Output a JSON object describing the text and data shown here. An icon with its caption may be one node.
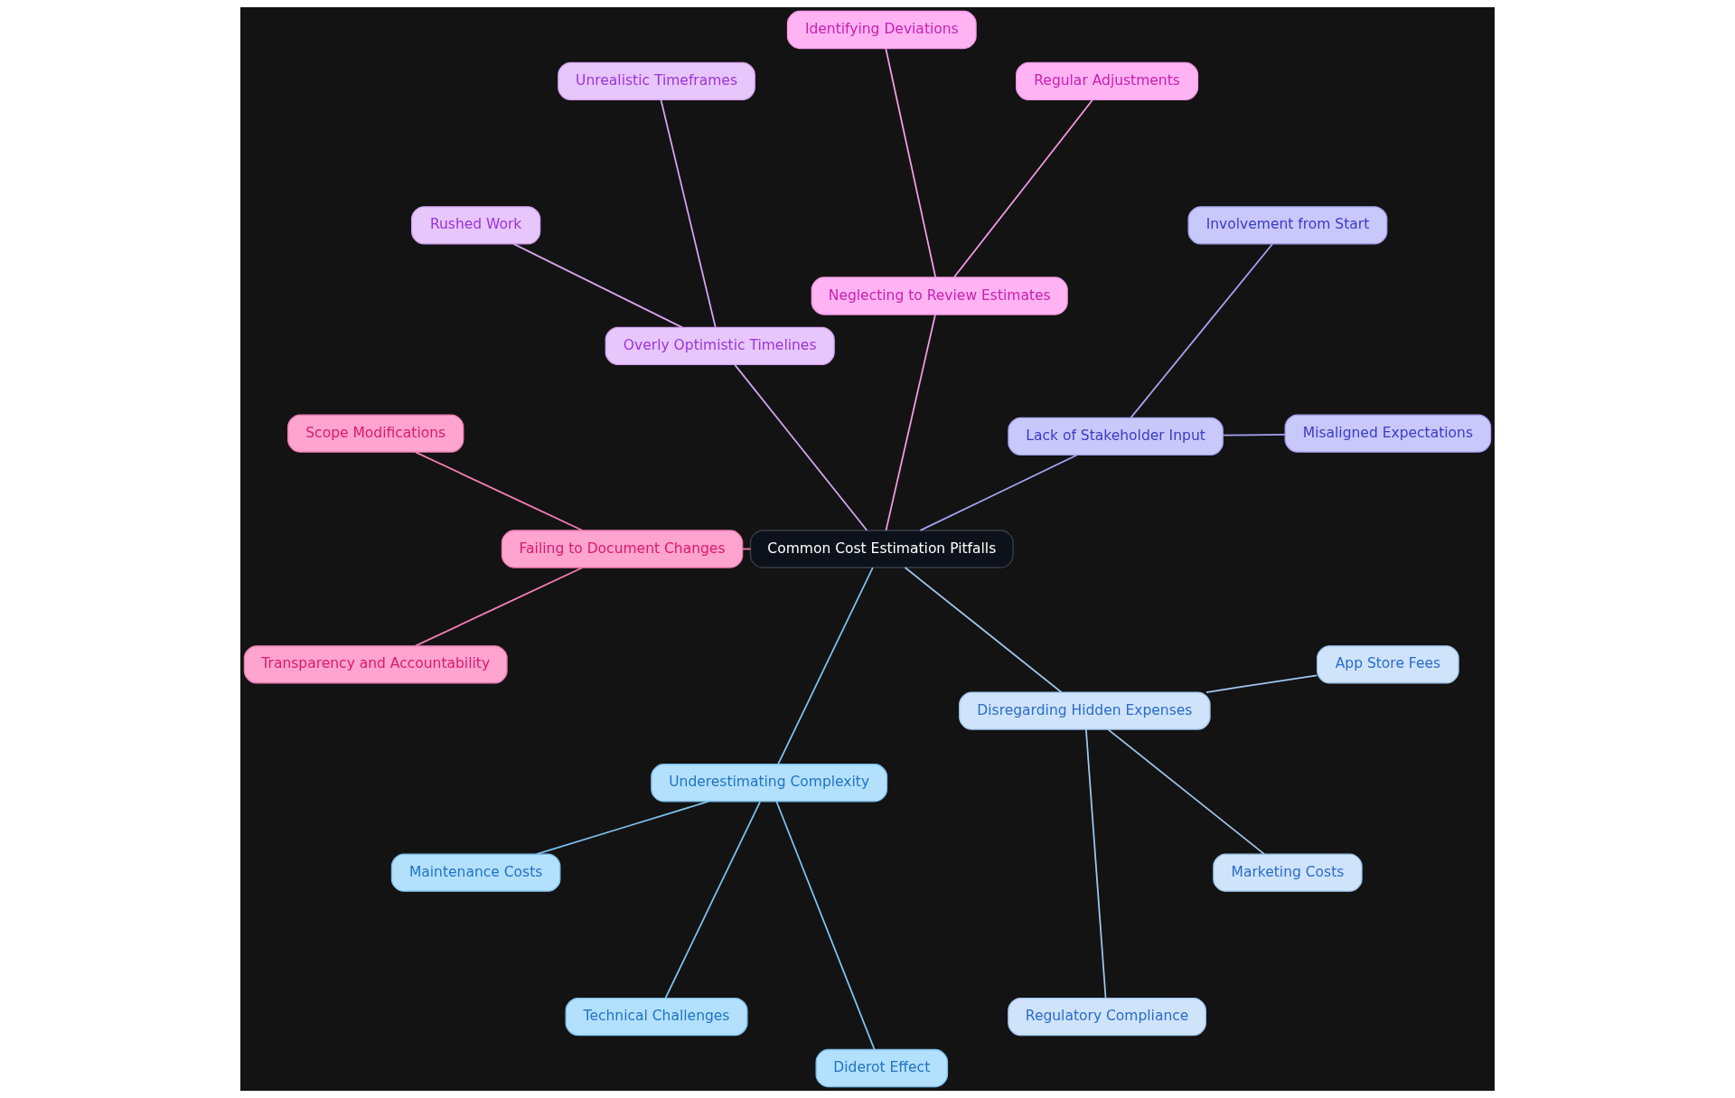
{
  "diagram": {
    "nodes": [
      {
        "text": [
          "Common Cost Estimation Pitfalls"
        ]
      },
      {
        "text": [
          "Lack of Stakeholder Input"
        ]
      },
      {
        "text": [
          "Misaligned Expectations"
        ]
      },
      {
        "text": [
          "Involvement from Start"
        ]
      },
      {
        "text": [
          "Neglecting to Review Estimates"
        ]
      },
      {
        "text": [
          "Regular Adjustments"
        ]
      },
      {
        "text": [
          "Identifying Deviations"
        ]
      },
      {
        "text": [
          "Overly Optimistic Timelines"
        ]
      },
      {
        "text": [
          "Unrealistic Timeframes"
        ]
      },
      {
        "text": [
          "Rushed Work"
        ]
      },
      {
        "text": [
          "Failing to Document Changes"
        ]
      },
      {
        "text": [
          "Scope Modifications"
        ]
      },
      {
        "text": [
          "Transparency and Accountability"
        ]
      },
      {
        "text": [
          "Underestimating Complexity"
        ]
      },
      {
        "text": [
          "Maintenance Costs"
        ]
      },
      {
        "text": [
          "Technical Challenges"
        ]
      },
      {
        "text": [
          "Diderot Effect"
        ]
      },
      {
        "text": [
          "Disregarding Hidden Expenses"
        ]
      },
      {
        "text": [
          "Regulatory Compliance"
        ]
      },
      {
        "text": [
          "Marketing Costs"
        ]
      },
      {
        "text": [
          "App Store Fees"
        ]
      }
    ],
    "edges": [
      {
        "from": 0,
        "to": 1,
        "arrow": "none",
        "color": "#a5a3f0"
      },
      {
        "from": 1,
        "to": 2,
        "arrow": "none",
        "color": "#a5a3f0"
      },
      {
        "from": 1,
        "to": 3,
        "arrow": "none",
        "color": "#a5a3f0"
      },
      {
        "from": 0,
        "to": 4,
        "arrow": "none",
        "color": "#f59ae6"
      },
      {
        "from": 4,
        "to": 5,
        "arrow": "none",
        "color": "#f59ae6"
      },
      {
        "from": 4,
        "to": 6,
        "arrow": "none",
        "color": "#f59ae6"
      },
      {
        "from": 0,
        "to": 7,
        "arrow": "none",
        "color": "#d4a5f2"
      },
      {
        "from": 7,
        "to": 8,
        "arrow": "none",
        "color": "#d4a5f2"
      },
      {
        "from": 7,
        "to": 9,
        "arrow": "none",
        "color": "#d4a5f2"
      },
      {
        "from": 0,
        "to": 10,
        "arrow": "none",
        "color": "#f37db4"
      },
      {
        "from": 10,
        "to": 11,
        "arrow": "none",
        "color": "#f37db4"
      },
      {
        "from": 10,
        "to": 12,
        "arrow": "none",
        "color": "#f37db4"
      },
      {
        "from": 0,
        "to": 13,
        "arrow": "none",
        "color": "#7dc1ef"
      },
      {
        "from": 13,
        "to": 14,
        "arrow": "none",
        "color": "#7dc1ef"
      },
      {
        "from": 13,
        "to": 15,
        "arrow": "none",
        "color": "#7dc1ef"
      },
      {
        "from": 13,
        "to": 16,
        "arrow": "none",
        "color": "#7dc1ef"
      },
      {
        "from": 0,
        "to": 17,
        "arrow": "none",
        "color": "#9fc6ee"
      },
      {
        "from": 17,
        "to": 18,
        "arrow": "none",
        "color": "#9fc6ee"
      },
      {
        "from": 17,
        "to": 19,
        "arrow": "none",
        "color": "#9fc6ee"
      },
      {
        "from": 17,
        "to": 20,
        "arrow": "none",
        "color": "#9fc6ee"
      }
    ]
  }
}
